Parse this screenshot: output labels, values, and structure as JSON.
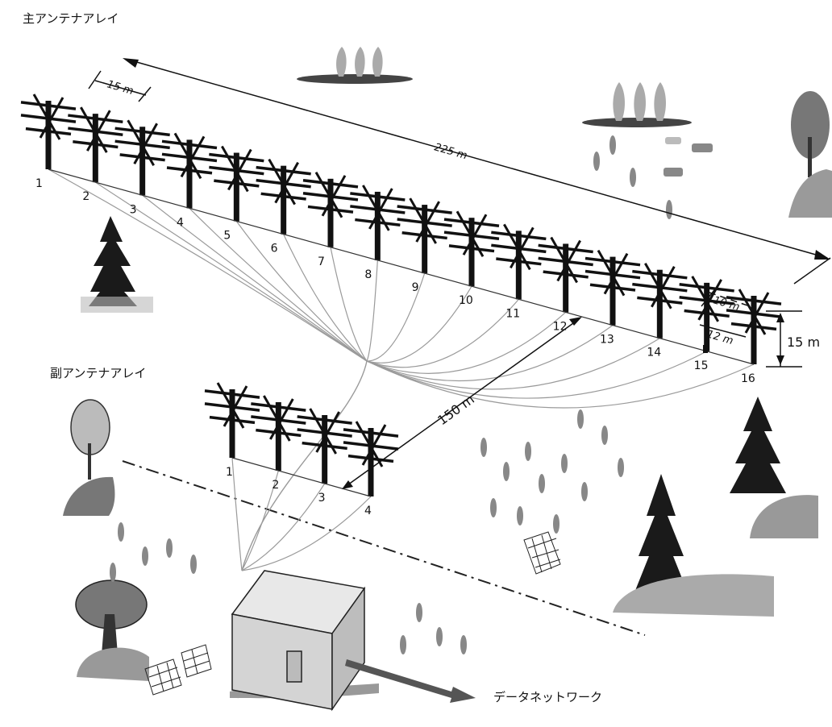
{
  "labels": {
    "main_array": "主アンテナアレイ",
    "sub_array": "副アンテナアレイ",
    "data_network": "データネットワーク"
  },
  "dimensions": {
    "main_length": "225 m",
    "element_spacing": "15 m",
    "offset_10": "10 m",
    "offset_12": "12 m",
    "height": "15 m",
    "array_separation": "150 m"
  },
  "main_antennas": [
    "1",
    "2",
    "3",
    "4",
    "5",
    "6",
    "7",
    "8",
    "9",
    "10",
    "11",
    "12",
    "13",
    "14",
    "15",
    "16"
  ],
  "sub_antennas": [
    "1",
    "2",
    "3",
    "4"
  ],
  "colors": {
    "pole": "#111111",
    "cable": "#9a9a9a",
    "building_front": "#d4d4d4",
    "building_top": "#e8e8e8",
    "building_side": "#bdbdbd",
    "arrow": "#555555",
    "dash_line": "#222222"
  }
}
